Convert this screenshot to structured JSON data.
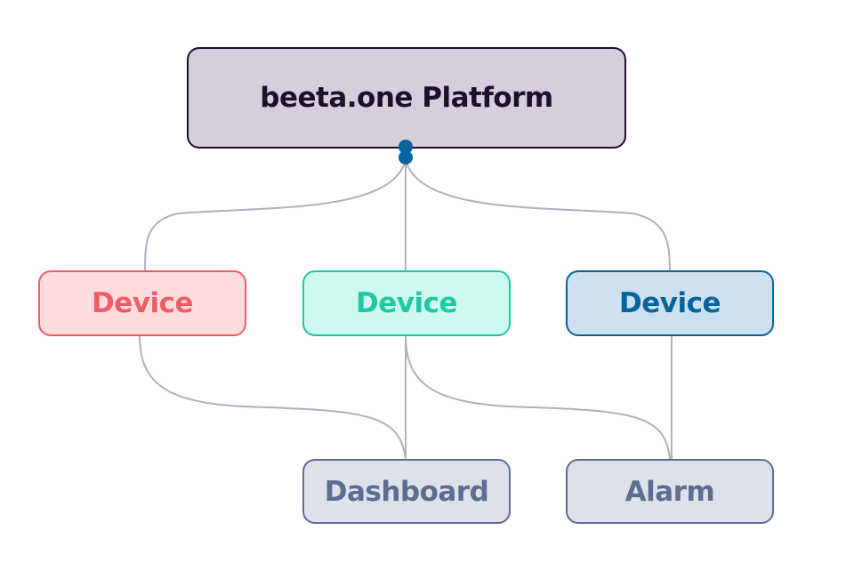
{
  "platform": {
    "label": "beeta.one Platform"
  },
  "devices": [
    {
      "label": "Device",
      "color": "#f15d67"
    },
    {
      "label": "Device",
      "color": "#1fc8a2"
    },
    {
      "label": "Device",
      "color": "#03649e"
    }
  ],
  "outputs": [
    {
      "label": "Dashboard"
    },
    {
      "label": "Alarm"
    }
  ],
  "colors": {
    "edge": "#b3aebb",
    "connector": "#03649e"
  }
}
